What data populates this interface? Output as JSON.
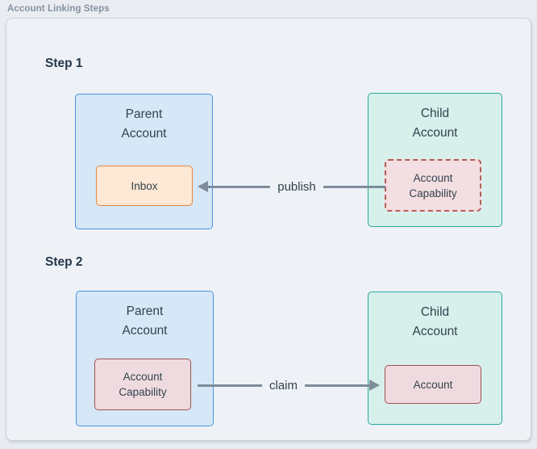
{
  "page_title": "Account Linking Steps",
  "colors": {
    "page_background": "#e9edf1",
    "panel_background": "#eef2f6",
    "panel_border": "#c9d1d9",
    "parent_box_fill": "#d6e7f8",
    "parent_box_border": "#4792e0",
    "child_box_fill": "#d7f0ec",
    "child_box_border": "#29a89c",
    "inbox_fill": "#fce8d4",
    "inbox_border": "#e8863d",
    "capability_fill": "#f3dee1",
    "capability_border": "#b85a55",
    "solid_red_fill": "#efdbdf",
    "solid_red_border": "#a2524e",
    "arrow": "#7e8c9a",
    "text": "#33424e"
  },
  "steps": [
    {
      "label": "Step 1",
      "parent_account": {
        "title": "Parent\nAccount",
        "inner_box": "Inbox"
      },
      "child_account": {
        "title": "Child\nAccount",
        "inner_box": "Account\nCapability"
      },
      "arrow_label": "publish",
      "arrow_direction": "left"
    },
    {
      "label": "Step 2",
      "parent_account": {
        "title": "Parent\nAccount",
        "inner_box": "Account\nCapability"
      },
      "child_account": {
        "title": "Child\nAccount",
        "inner_box": "Account"
      },
      "arrow_label": "claim",
      "arrow_direction": "right"
    }
  ]
}
